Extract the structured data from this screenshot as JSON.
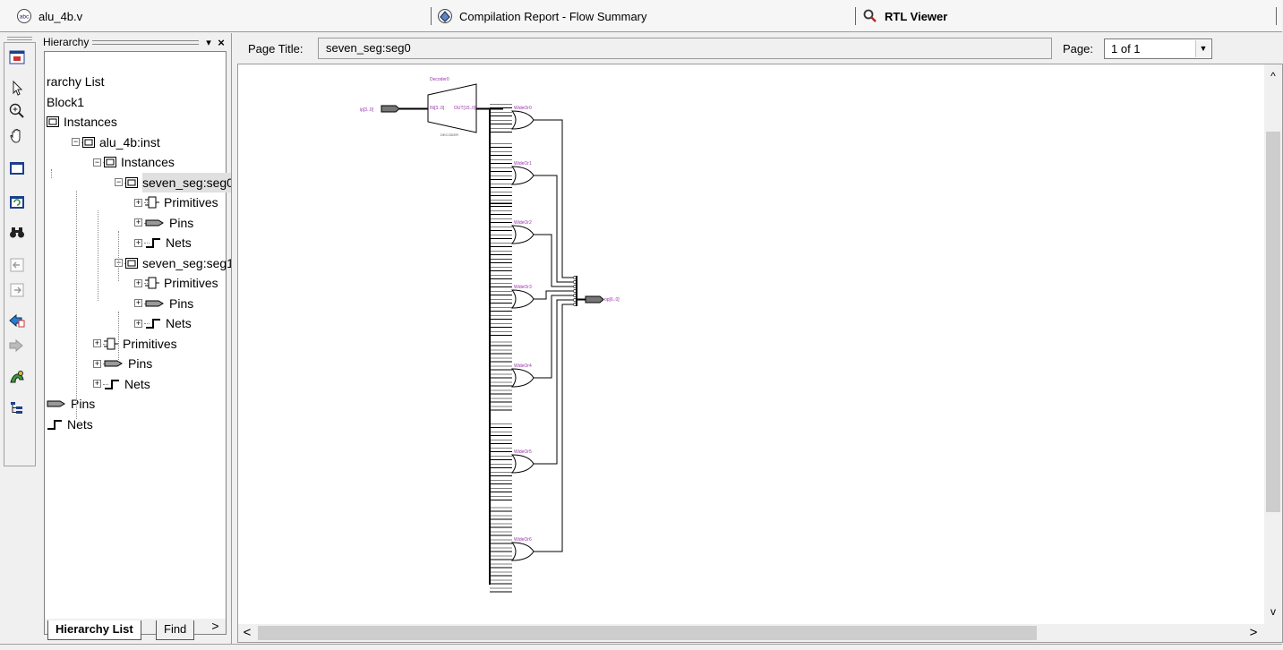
{
  "tabs": [
    {
      "label": "alu_4b.v",
      "icon": "verilog-file-icon",
      "active": false
    },
    {
      "label": "Compilation Report - Flow Summary",
      "icon": "report-icon",
      "active": false
    },
    {
      "label": "RTL Viewer",
      "icon": "rtl-viewer-icon",
      "active": true
    }
  ],
  "toolbar": {
    "buttons": [
      "fit-page-icon",
      "select-pointer-icon",
      "zoom-icon",
      "hand-pan-icon",
      "fit-window-icon",
      "refresh-icon",
      "find-binoculars-icon",
      "back-icon",
      "forward-icon",
      "go-up-icon",
      "go-down-icon",
      "netlist-navigator-icon",
      "hierarchy-icon"
    ]
  },
  "hierarchy": {
    "title": "Hierarchy",
    "pin_glyph": "▾",
    "close_glyph": "×",
    "tree": [
      {
        "label": "rarchy List",
        "icon": "",
        "level": 0
      },
      {
        "label": "Block1",
        "icon": "",
        "level": 0
      },
      {
        "label": "Instances",
        "icon": "instance-icon",
        "level": 0
      },
      {
        "label": "alu_4b:inst",
        "icon": "instance-icon",
        "level": 1,
        "expander": "−"
      },
      {
        "label": "Instances",
        "icon": "instance-icon",
        "level": 2,
        "expander": "−"
      },
      {
        "label": "seven_seg:seg0",
        "icon": "instance-icon",
        "level": 3,
        "expander": "−",
        "selected": true
      },
      {
        "label": "Primitives",
        "icon": "primitive-icon",
        "level": 4,
        "expander": "+"
      },
      {
        "label": "Pins",
        "icon": "pin-icon",
        "level": 4,
        "expander": "+"
      },
      {
        "label": "Nets",
        "icon": "net-icon",
        "level": 4,
        "expander": "+"
      },
      {
        "label": "seven_seg:seg1",
        "icon": "instance-icon",
        "level": 3,
        "expander": "−"
      },
      {
        "label": "Primitives",
        "icon": "primitive-icon",
        "level": 4,
        "expander": "+"
      },
      {
        "label": "Pins",
        "icon": "pin-icon",
        "level": 4,
        "expander": "+"
      },
      {
        "label": "Nets",
        "icon": "net-icon",
        "level": 4,
        "expander": "+"
      },
      {
        "label": "Primitives",
        "icon": "primitive-icon",
        "level": 2,
        "expander": "+"
      },
      {
        "label": "Pins",
        "icon": "pin-icon",
        "level": 2,
        "expander": "+"
      },
      {
        "label": "Nets",
        "icon": "net-icon",
        "level": 2,
        "expander": "+"
      },
      {
        "label": "Pins",
        "icon": "pin-icon",
        "level": 0
      },
      {
        "label": "Nets",
        "icon": "net-icon",
        "level": 0
      }
    ],
    "scroll_left": "<",
    "scroll_right": ">",
    "bottom_tabs": [
      {
        "label": "Hierarchy List",
        "active": true
      },
      {
        "label": "Find",
        "active": false
      }
    ]
  },
  "viewer": {
    "page_title_label": "Page Title:",
    "page_title_value": "seven_seg:seg0",
    "page_label": "Page:",
    "page_value": "1 of 1",
    "scroll_up": "^",
    "scroll_down": "v",
    "scroll_left": "<",
    "scroll_right": ">"
  },
  "schematic": {
    "input_pin": "ip[3..0]",
    "decoder_name": "Decoder0",
    "decoder_in": "IN[3..0]",
    "decoder_out": "OUT[15..0]",
    "decoder_type": "DECODER",
    "gates": [
      "WideOr0",
      "WideOr1",
      "WideOr2",
      "WideOr3",
      "WideOr4",
      "WideOr5",
      "WideOr6"
    ],
    "output_pin": "op[6..0]"
  }
}
